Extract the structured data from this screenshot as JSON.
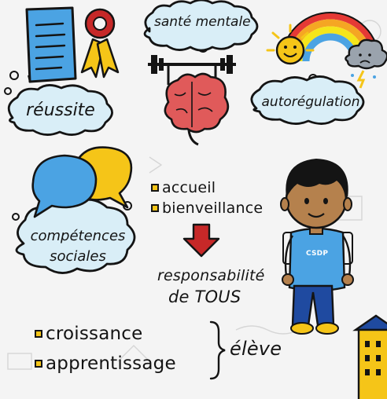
{
  "clouds": {
    "sante_mentale": "santé mentale",
    "reussite": "réussite",
    "autoregulation": "autorégulation",
    "competences_sociales_line1": "compétences",
    "competences_sociales_line2": "sociales"
  },
  "list_top": {
    "items": [
      "accueil",
      "bienveillance"
    ]
  },
  "responsibility": {
    "line1": "responsabilité",
    "line2": "de TOUS"
  },
  "list_bottom": {
    "items": [
      "croissance",
      "apprentissage"
    ],
    "target": "élève"
  },
  "student": {
    "shirt_label": "CSDP"
  },
  "colors": {
    "cloud_fill": "#d9eef7",
    "blue": "#4ba3e3",
    "yellow": "#f5c518",
    "red": "#c62828",
    "brain": "#e05a5a",
    "outline": "#141414"
  }
}
